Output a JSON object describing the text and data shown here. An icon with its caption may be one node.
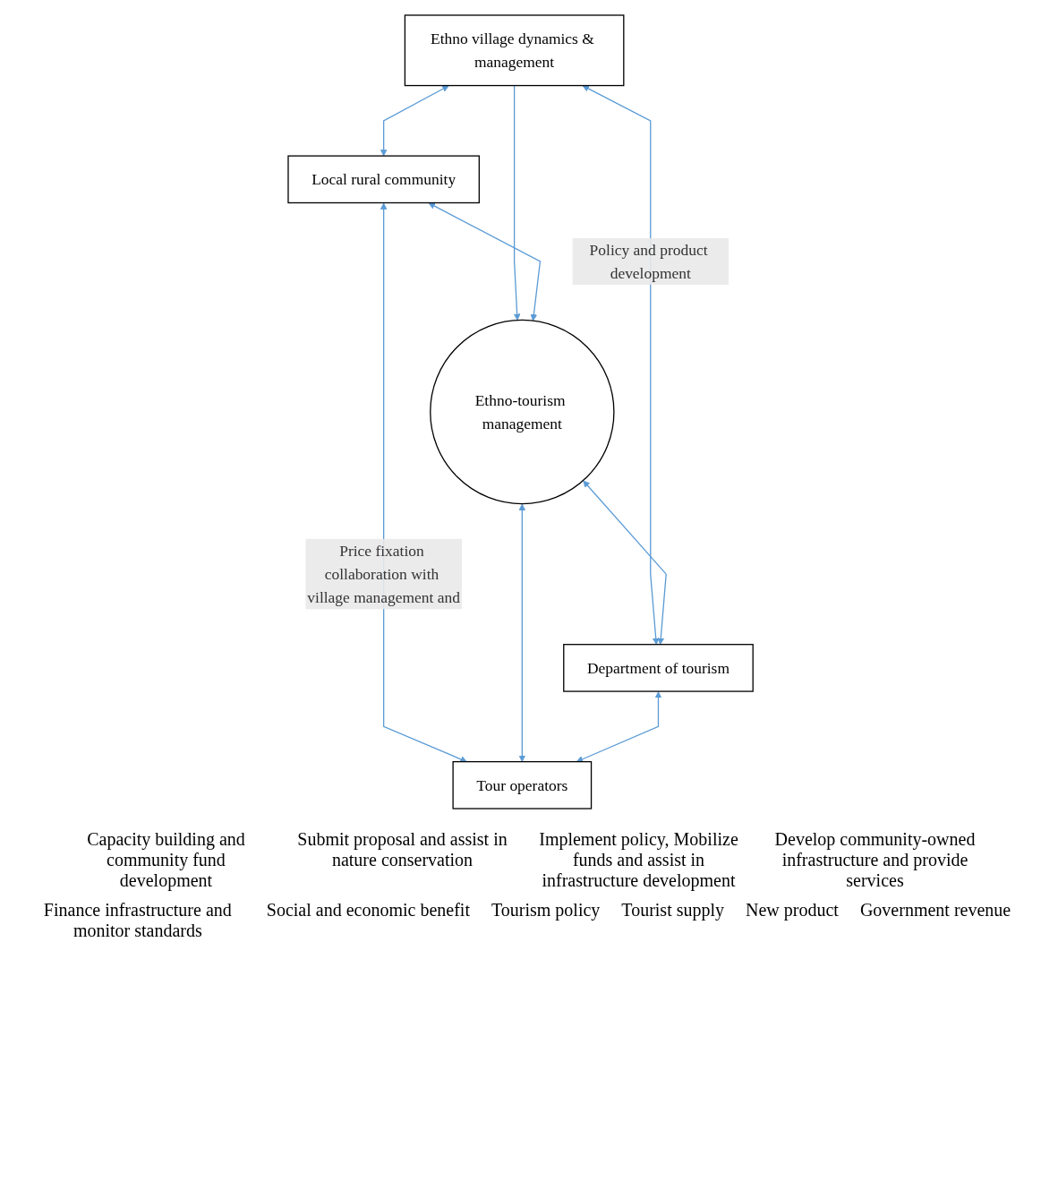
{
  "diagram": {
    "nodes": [
      {
        "text": [
          "Ethno village dynamics & management"
        ]
      },
      {
        "text": [
          "Local rural community"
        ]
      },
      {
        "text": [
          "Ethno-tourism management"
        ]
      },
      {
        "text": [
          "Department of tourism"
        ]
      },
      {
        "text": [
          "Tour operators"
        ]
      }
    ],
    "edges": [
      {
        "from": 0,
        "to": 1,
        "arrow": "both"
      },
      {
        "from": 0,
        "to": 3,
        "arrow": "both",
        "label": "Policy and product development"
      },
      {
        "from": 0,
        "to": 2,
        "arrow": "to"
      },
      {
        "from": 1,
        "to": 2,
        "arrow": "both"
      },
      {
        "from": 2,
        "to": 3,
        "arrow": "both"
      },
      {
        "from": 1,
        "to": 4,
        "arrow": "both",
        "label": "Price fixation collaboration with village management and"
      },
      {
        "from": 2,
        "to": 4,
        "arrow": "both"
      },
      {
        "from": 3,
        "to": 4,
        "arrow": "both"
      }
    ],
    "labels": [
      "Capacity building and community fund development",
      "Submit proposal and assist in nature conservation",
      "Implement policy, Mobilize funds and assist in infrastructure development",
      "Develop community-owned infrastructure and provide services",
      "Finance infrastructure and monitor standards",
      "Social and economic benefit",
      "Tourism policy",
      "Tourist supply",
      "New product",
      "Government revenue"
    ]
  }
}
